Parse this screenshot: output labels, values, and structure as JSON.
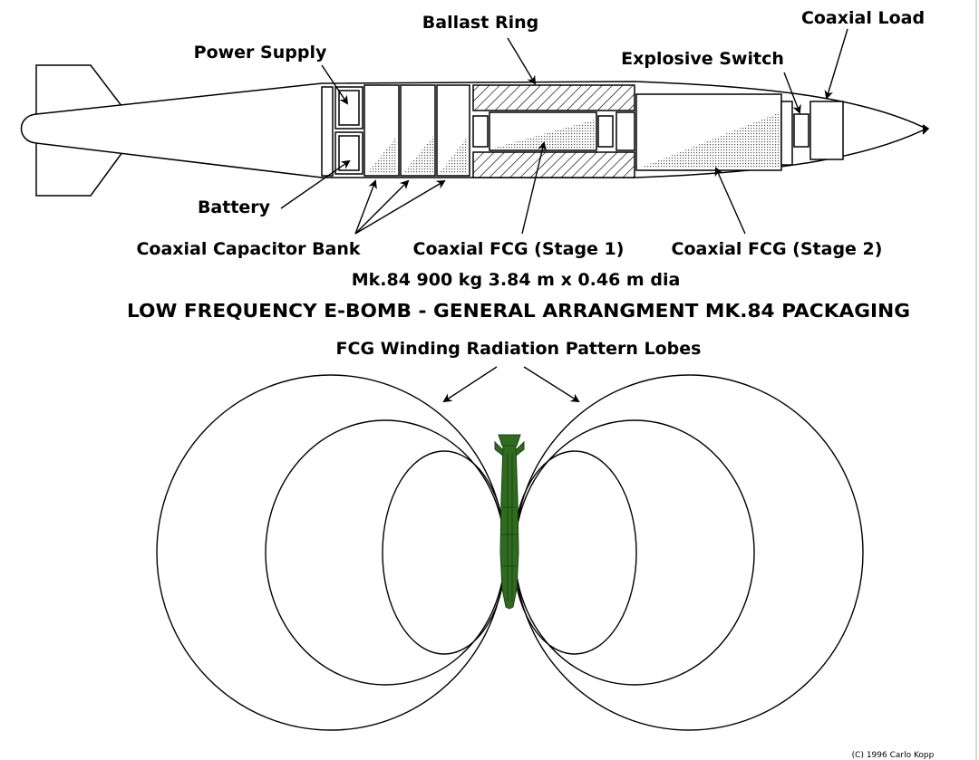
{
  "labels": {
    "ballast_ring": "Ballast Ring",
    "coaxial_load": "Coaxial Load",
    "power_supply": "Power Supply",
    "explosive_switch": "Explosive Switch",
    "battery": "Battery",
    "capacitor_bank": "Coaxial Capacitor Bank",
    "fcg_stage1": "Coaxial FCG (Stage 1)",
    "fcg_stage2": "Coaxial FCG (Stage 2)"
  },
  "spec_line": "Mk.84 900 kg 3.84 m x 0.46 m dia",
  "main_title": "LOW FREQUENCY E-BOMB - GENERAL ARRANGMENT MK.84 PACKAGING",
  "lobes_label": "FCG Winding Radiation Pattern Lobes",
  "credit": "(C) 1996 Carlo Kopp",
  "colors": {
    "ink": "#000000",
    "bomb_green": "#2f6b1f",
    "bomb_green_dark": "#1c4411",
    "stipple": "#7a7a7a"
  }
}
